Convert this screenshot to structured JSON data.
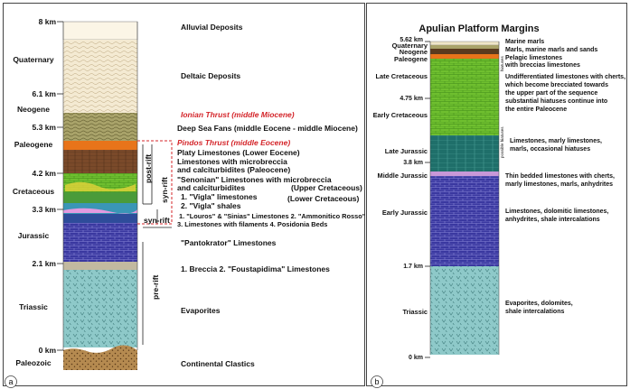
{
  "panel_a": {
    "axis_labels": {
      "8km": "8 km",
      "6_1km": "6.1 km",
      "5_3km": "5.3 km",
      "4_2km": "4.2 km",
      "3_3km": "3.3 km",
      "2_1km": "2.1 km",
      "0km": "0 km"
    },
    "periods": {
      "quaternary": "Quaternary",
      "neogene": "Neogene",
      "paleogene": "Paleogene",
      "cretaceous": "Cretaceous",
      "jurassic": "Jurassic",
      "triassic": "Triassic",
      "paleozoic": "Paleozoic"
    },
    "phases": {
      "post_rift": "post-rift",
      "syn_rift_vertical": "syn-rift",
      "syn_rift_horizontal": "syn-rift",
      "pre_rift": "pre-rift"
    },
    "units": {
      "alluvial": "Alluvial Deposits",
      "deltaic": "Deltaic Deposits",
      "ionian_thrust": "Ionian Thrust (middle Miocene)",
      "deep_sea_fans": "Deep Sea Fans (middle Eocene - middle Miocene)",
      "pindos_thrust": "Pindos Thrust (middle Eocene)",
      "platy_limestones": "Platy Limestones (Lower Eocene)",
      "microbreccia_1": "Limestones with microbreccia",
      "microbreccia_2": "and calciturbidites (Paleocene)",
      "senonian_1": "\"Senonian\" Limestones with microbreccia",
      "senonian_2": "and calciturbidites",
      "upper_cretaceous": "(Upper Cretaceous)",
      "vigla_limestones": "1. \"Vigla\" limestones",
      "lower_cretaceous": "(Lower Cretaceous)",
      "vigla_shales": "2. \"Vigla\" shales",
      "louros": "1. \"Louros\" & \"Sinias\" Limestones 2. \"Ammonitico Rosso\"",
      "filaments": "3. Limestones with filaments  4. Posidonia Beds",
      "pantokrator": "\"Pantokrator\" Limestones",
      "breccia": "1. Breccia 2. \"Foustapidima\" Limestones",
      "evaporites": "Evaporites",
      "clastics": "Continental Clastics"
    },
    "panel_label": "a"
  },
  "panel_b": {
    "title": "Apulian Platform Margins",
    "axis_labels": {
      "5_62km": "5.62 km",
      "4_75km": "4.75 km",
      "3_8km": "3.8 km",
      "1_7km": "1.7 km",
      "0km": "0 km"
    },
    "periods": {
      "quaternary": "Quaternary",
      "neogene": "Neogene",
      "paleogene": "Paleogene",
      "late_cretaceous": "Late Cretaceous",
      "early_cretaceous": "Early Cretaceous",
      "late_jurassic": "Late Jurassic",
      "middle_jurassic": "Middle Jurassic",
      "early_jurassic": "Early Jurassic",
      "triassic": "Triassic"
    },
    "hiatus_1": "hiatuses",
    "hiatus_2": "possible hiatuses",
    "units": {
      "marine_marls": "Marine marls",
      "marls_sands": "Marls, marine marls and sands",
      "pelagic": "Pelagic limestones",
      "breccias": "with breccias limestones",
      "undiff_1": "Undifferentiated limestones with cherts,",
      "undiff_2": "which become brecciated towards",
      "undiff_3": "the upper part of the sequence",
      "undiff_4": "substantial hiatuses continue into",
      "undiff_5": "the entire Paleocene",
      "late_jur_1": "Limestones, marly limestones,",
      "late_jur_2": "marls, occasional hiatuses",
      "mid_jur_1": "Thin bedded limestones with cherts,",
      "mid_jur_2": "marly limestones, marls, anhydrites",
      "early_jur_1": "Limestones, dolomitic limestones,",
      "early_jur_2": "anhydrites, shale intercalations",
      "tri_1": "Evaporites, dolomites,",
      "tri_2": "shale intercalations"
    },
    "panel_label": "b"
  }
}
